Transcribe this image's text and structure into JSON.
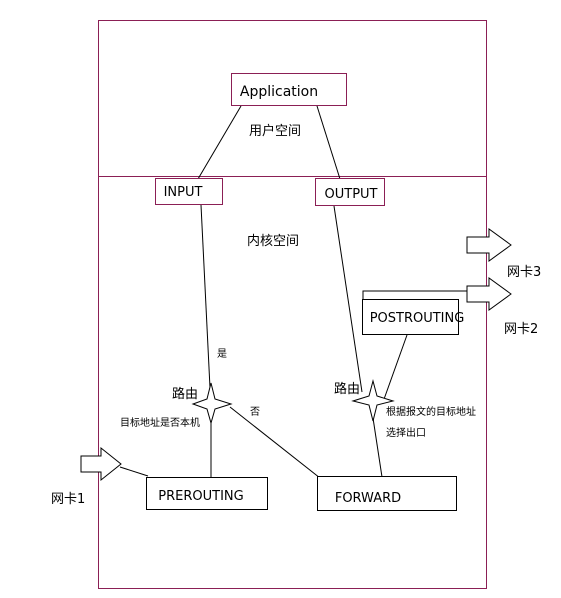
{
  "colors": {
    "frame": "#8b1f55",
    "line": "#000000",
    "box": "#000000"
  },
  "labels": {
    "application": "Application",
    "user_space": "用户空间",
    "input": "INPUT",
    "output": "OUTPUT",
    "kernel_space": "内核空间",
    "postrouting": "POSTROUTING",
    "prerouting": "PREROUTING",
    "forward": "FORWARD",
    "nic1": "网卡1",
    "nic2": "网卡2",
    "nic3": "网卡3",
    "yes": "是",
    "no": "否",
    "routing_left": "路由",
    "routing_right": "路由",
    "dest_is_local": "目标地址是否本机",
    "by_dest_line1": "根据报文的目标地址",
    "by_dest_line2": "选择出口"
  },
  "icons": {
    "nic_arrow": "arrow-right-icon",
    "routing_point": "star-icon"
  }
}
